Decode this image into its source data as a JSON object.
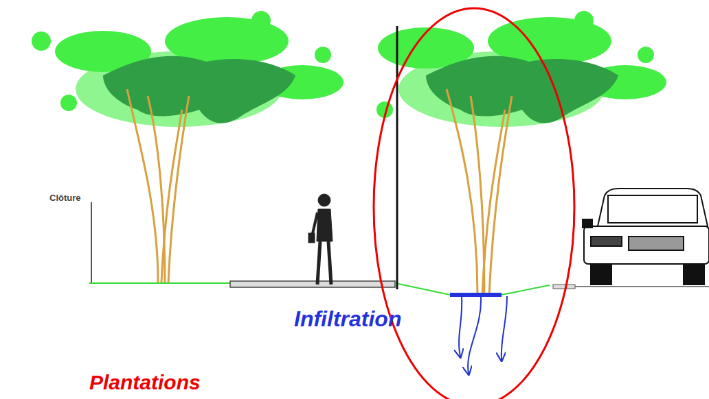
{
  "diagram": {
    "labels": [
      "Clôture",
      "Infiltration",
      "Plantations"
    ]
  }
}
